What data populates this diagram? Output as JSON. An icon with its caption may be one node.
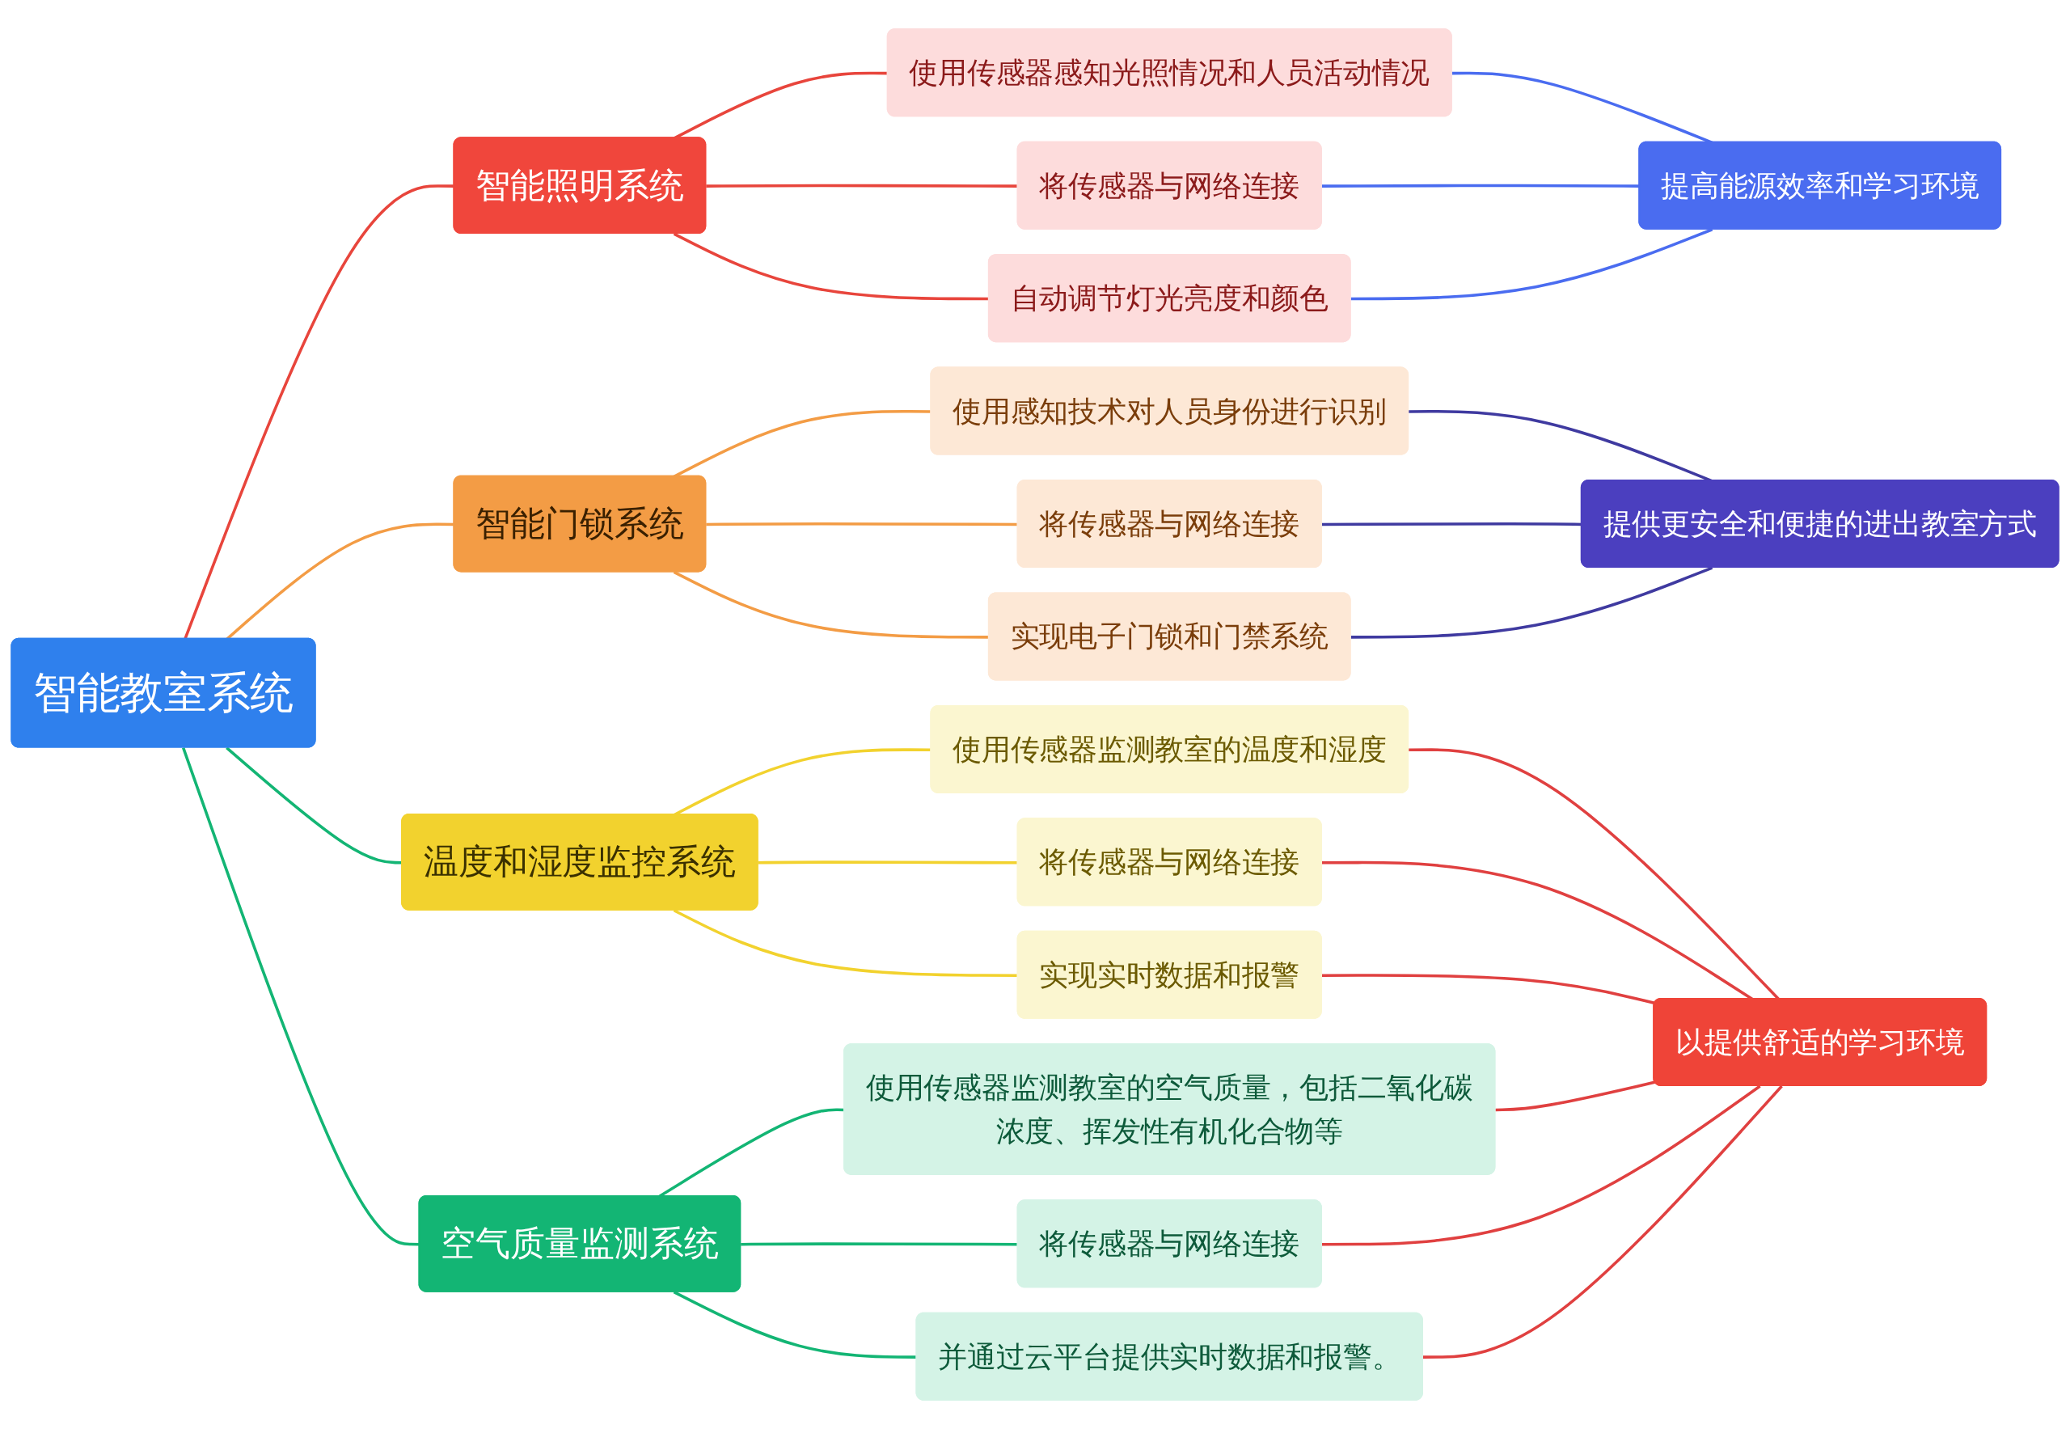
{
  "diagram": {
    "nodes": [
      {
        "text": [
          "智能教室系统"
        ]
      },
      {
        "text": [
          "智能照明系统"
        ]
      },
      {
        "text": [
          "使用传感器感知光照情况和人员活动情况"
        ]
      },
      {
        "text": [
          "将传感器与网络连接"
        ]
      },
      {
        "text": [
          "自动调节灯光亮度和颜色"
        ]
      },
      {
        "text": [
          "智能门锁系统"
        ]
      },
      {
        "text": [
          "使用感知技术对人员身份进行识别"
        ]
      },
      {
        "text": [
          "将传感器与网络连接"
        ]
      },
      {
        "text": [
          "实现电子门锁和门禁系统"
        ]
      },
      {
        "text": [
          "温度和湿度监控系统"
        ]
      },
      {
        "text": [
          "使用传感器监测教室的温度和湿度"
        ]
      },
      {
        "text": [
          "将传感器与网络连接"
        ]
      },
      {
        "text": [
          "实现实时数据和报警"
        ]
      },
      {
        "text": [
          "空气质量监测系统"
        ]
      },
      {
        "text": [
          "使用传感器监测教室的空气质量，包括二氧化碳浓度、挥发性有机化合物等"
        ]
      },
      {
        "text": [
          "将传感器与网络连接"
        ]
      },
      {
        "text": [
          "并通过云平台提供实时数据和报警。"
        ]
      },
      {
        "text": [
          "提高能源效率和学习环境"
        ]
      },
      {
        "text": [
          "提供更安全和便捷的进出教室方式"
        ]
      },
      {
        "text": [
          "以提供舒适的学习环境"
        ]
      }
    ],
    "edges": [
      {
        "from": 0,
        "to": 1,
        "arrow": "none",
        "color": "#e8453c"
      },
      {
        "from": 1,
        "to": 2,
        "arrow": "none",
        "color": "#e8453c"
      },
      {
        "from": 1,
        "to": 3,
        "arrow": "none",
        "color": "#e8453c"
      },
      {
        "from": 1,
        "to": 4,
        "arrow": "none",
        "color": "#e8453c"
      },
      {
        "from": 0,
        "to": 5,
        "arrow": "none",
        "color": "#f39c45"
      },
      {
        "from": 5,
        "to": 6,
        "arrow": "none",
        "color": "#f39c45"
      },
      {
        "from": 5,
        "to": 7,
        "arrow": "none",
        "color": "#f39c45"
      },
      {
        "from": 5,
        "to": 8,
        "arrow": "none",
        "color": "#f39c45"
      },
      {
        "from": 0,
        "to": 9,
        "arrow": "none",
        "color": "#13b574"
      },
      {
        "from": 9,
        "to": 10,
        "arrow": "none",
        "color": "#f2d22e"
      },
      {
        "from": 9,
        "to": 11,
        "arrow": "none",
        "color": "#f2d22e"
      },
      {
        "from": 9,
        "to": 12,
        "arrow": "none",
        "color": "#f2d22e"
      },
      {
        "from": 0,
        "to": 13,
        "arrow": "none",
        "color": "#13b574"
      },
      {
        "from": 13,
        "to": 14,
        "arrow": "none",
        "color": "#13b574"
      },
      {
        "from": 13,
        "to": 15,
        "arrow": "none",
        "color": "#13b574"
      },
      {
        "from": 13,
        "to": 16,
        "arrow": "none",
        "color": "#13b574"
      },
      {
        "from": 2,
        "to": 17,
        "arrow": "none",
        "color": "#4a6cf0"
      },
      {
        "from": 3,
        "to": 17,
        "arrow": "none",
        "color": "#4a6cf0"
      },
      {
        "from": 4,
        "to": 17,
        "arrow": "none",
        "color": "#4a6cf0"
      },
      {
        "from": 6,
        "to": 18,
        "arrow": "none",
        "color": "#3f3aa0"
      },
      {
        "from": 7,
        "to": 18,
        "arrow": "none",
        "color": "#3f3aa0"
      },
      {
        "from": 8,
        "to": 18,
        "arrow": "none",
        "color": "#3f3aa0"
      },
      {
        "from": 10,
        "to": 19,
        "arrow": "none",
        "color": "#e04040"
      },
      {
        "from": 11,
        "to": 19,
        "arrow": "none",
        "color": "#e04040"
      },
      {
        "from": 12,
        "to": 19,
        "arrow": "none",
        "color": "#e04040"
      },
      {
        "from": 14,
        "to": 19,
        "arrow": "none",
        "color": "#e04040"
      },
      {
        "from": 15,
        "to": 19,
        "arrow": "none",
        "color": "#e04040"
      },
      {
        "from": 16,
        "to": 19,
        "arrow": "none",
        "color": "#e04040"
      }
    ]
  }
}
